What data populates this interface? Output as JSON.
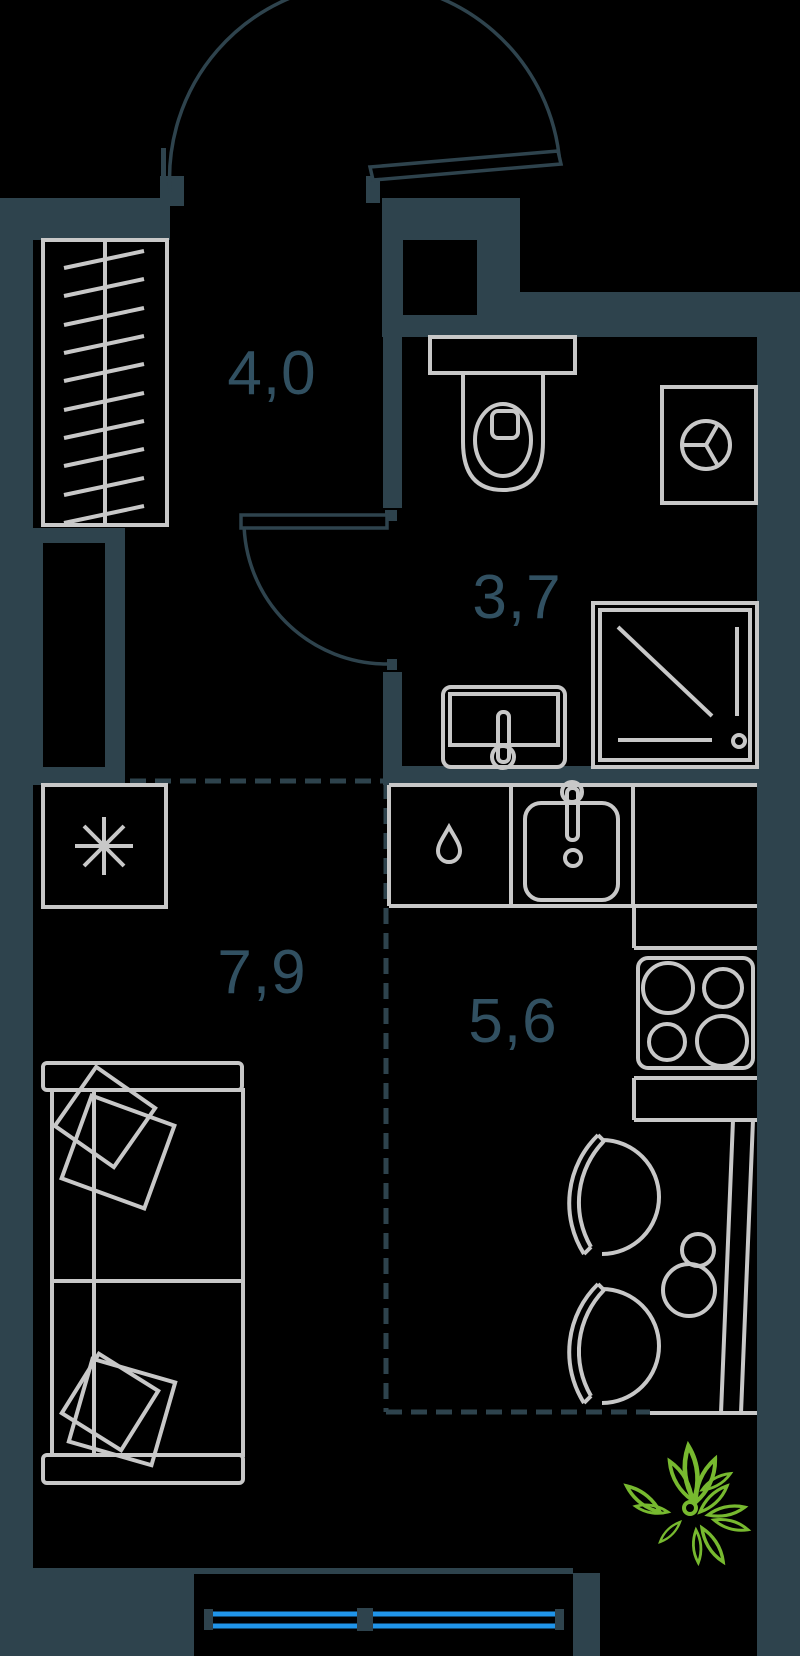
{
  "plan": {
    "type": "apartment-floor-plan",
    "rooms": [
      {
        "id": "hallway",
        "area_label": "4,0"
      },
      {
        "id": "bathroom",
        "area_label": "3,7"
      },
      {
        "id": "living-room",
        "area_label": "7,9"
      },
      {
        "id": "kitchen",
        "area_label": "5,6"
      }
    ],
    "fixtures": {
      "hallway": [
        "wardrobe-icon",
        "duct-niche",
        "refrigerator-icon"
      ],
      "bathroom": [
        "toilet-icon",
        "washing-machine-icon",
        "shower-icon",
        "washbasin-icon"
      ],
      "kitchen": [
        "dishwasher-drop-icon",
        "kitchen-sink-icon",
        "stove-icon",
        "counter",
        "dining-table-icon",
        "chair-icon",
        "chair-icon"
      ],
      "living-room": [
        "sofa-icon",
        "pillow-icon",
        "pillow-icon"
      ],
      "balcony": [
        "plant-icon",
        "window"
      ]
    },
    "colors": {
      "background": "#000000",
      "wall": "#2e434d",
      "furniture_line": "#c8c8c8",
      "label_text": "#315061",
      "plant": "#77b92f",
      "window": "#2095e9"
    }
  }
}
